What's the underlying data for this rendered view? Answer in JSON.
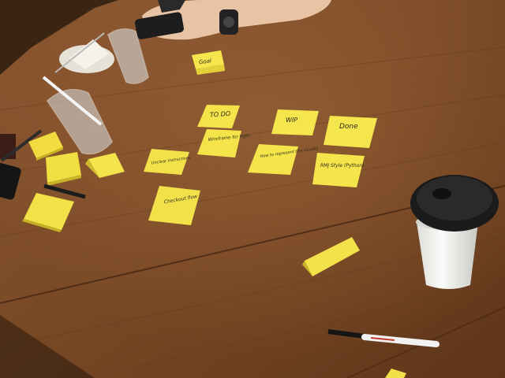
{
  "scene": {
    "kind": "photo",
    "colors": {
      "table": "#7a4a26",
      "table_dark": "#5a3319",
      "sticky": "#f3e24a",
      "sticky_shade": "#d9c52e",
      "cup_lid": "#1b1b1b",
      "cup_body": "#f4f4f2"
    }
  },
  "board": {
    "columns": [
      {
        "header": "TO DO"
      },
      {
        "header": "WIP"
      },
      {
        "header": "Done"
      }
    ],
    "top_note": "Goal",
    "tasks": [
      {
        "text": "Wireframe for login"
      },
      {
        "text": "How to represent this visually"
      },
      {
        "text": "RMJ Style (Python)"
      },
      {
        "text": "Unclear instructions"
      },
      {
        "text": "Checkout flow"
      }
    ]
  }
}
